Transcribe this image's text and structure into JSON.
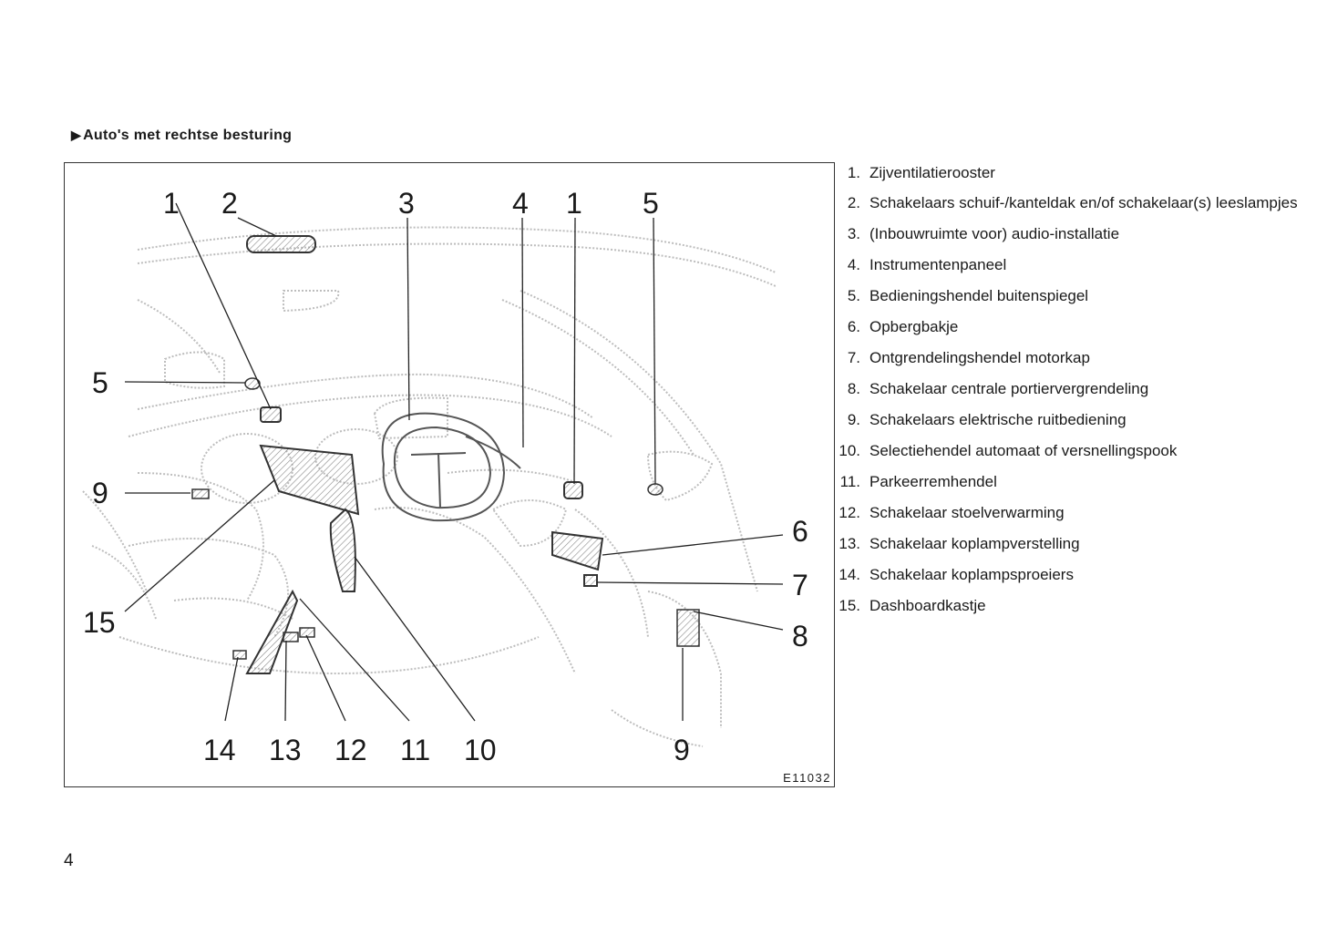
{
  "section_title": "Auto's met rechtse besturing",
  "figure": {
    "code": "E11032",
    "callouts": {
      "top": [
        "1",
        "2",
        "3",
        "4",
        "1",
        "5"
      ],
      "left": [
        "5",
        "9",
        "15"
      ],
      "right": [
        "6",
        "7",
        "8"
      ],
      "bottom": [
        "14",
        "13",
        "12",
        "11",
        "10",
        "9"
      ]
    }
  },
  "legend": [
    {
      "num": "1.",
      "text": "Zijventilatierooster"
    },
    {
      "num": "2.",
      "text": "Schakelaars schuif-/kanteldak en/of schakelaar(s) leeslampjes"
    },
    {
      "num": "3.",
      "text": "(Inbouwruimte voor) audio-installatie"
    },
    {
      "num": "4.",
      "text": "Instrumentenpaneel"
    },
    {
      "num": "5.",
      "text": "Bedieningshendel buitenspiegel"
    },
    {
      "num": "6.",
      "text": "Opbergbakje"
    },
    {
      "num": "7.",
      "text": "Ontgrendelingshendel motorkap"
    },
    {
      "num": "8.",
      "text": "Schakelaar centrale portiervergrendeling"
    },
    {
      "num": "9.",
      "text": "Schakelaars elektrische ruitbediening"
    },
    {
      "num": "10.",
      "text": "Selectiehendel automaat of versnellingspook"
    },
    {
      "num": "11.",
      "text": "Parkeerremhendel"
    },
    {
      "num": "12.",
      "text": "Schakelaar stoelverwarming"
    },
    {
      "num": "13.",
      "text": "Schakelaar koplampverstelling"
    },
    {
      "num": "14.",
      "text": "Schakelaar koplampsproeiers"
    },
    {
      "num": "15.",
      "text": "Dashboardkastje"
    }
  ],
  "page_number": "4"
}
